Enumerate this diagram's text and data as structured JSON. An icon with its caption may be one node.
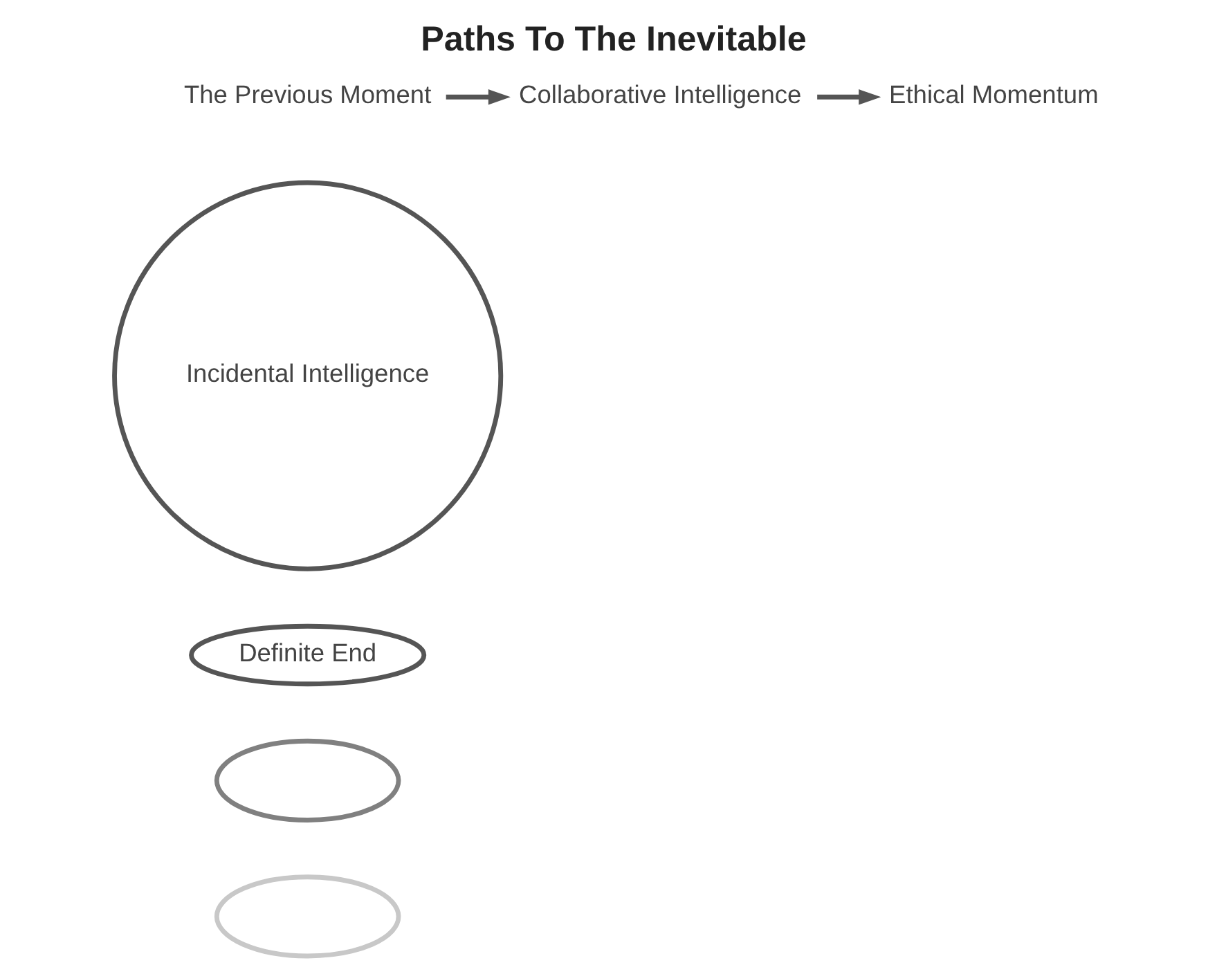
{
  "diagram": {
    "title": "Paths To The Inevitable",
    "nodes": [
      {
        "text": [
          "The Previous Moment"
        ]
      },
      {
        "text": [
          "Collaborative Intelligence"
        ]
      },
      {
        "text": [
          "Ethical Momentum"
        ]
      },
      {
        "text": [
          "Incidental Intelligence"
        ]
      },
      {
        "text": [
          "Definite End"
        ]
      },
      {
        "text": [],
        "shape": "ellipse"
      },
      {
        "text": [],
        "shape": "ellipse"
      }
    ],
    "edges": [
      {
        "from": 0,
        "to": 1,
        "arrow": "to"
      },
      {
        "from": 1,
        "to": 2,
        "arrow": "to"
      }
    ]
  }
}
